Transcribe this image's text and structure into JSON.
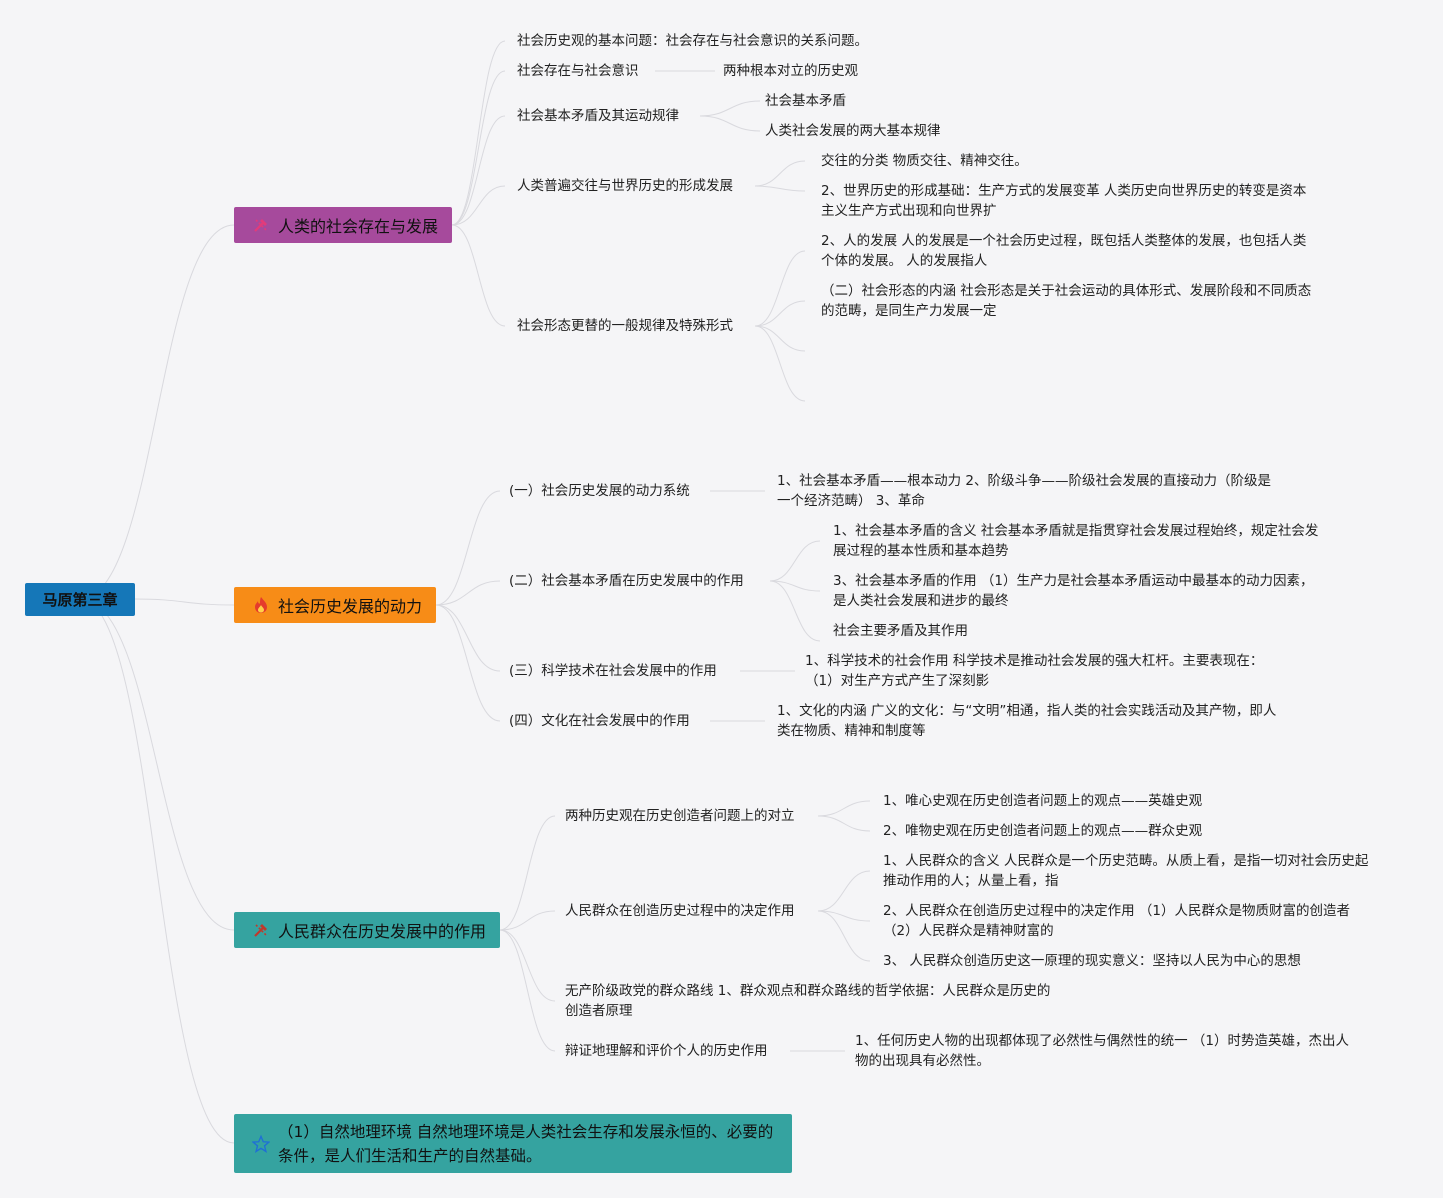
{
  "root": "马原第三章",
  "branches": [
    {
      "label": "人类的社会存在与发展",
      "color": "#a64a9c",
      "icon": "tools-icon",
      "children": [
        {
          "label": "社会历史观的基本问题：社会存在与社会意识的关系问题。"
        },
        {
          "label": "社会存在与社会意识",
          "children": [
            "两种根本对立的历史观"
          ]
        },
        {
          "label": "社会基本矛盾及其运动规律",
          "children": [
            "社会基本矛盾",
            "人类社会发展的两大基本规律"
          ]
        },
        {
          "label": "人类普遍交往与世界历史的形成发展",
          "children": [
            "交往的分类 物质交往、精神交往。",
            "2、世界历史的形成基础：生产方式的发展变革 人类历史向世界历史的转变是资本主义生产方式出现和向世界扩"
          ]
        },
        {
          "label": "社会形态更替的一般规律及特殊形式",
          "children": [
            "2、人的发展 人的发展是一个社会历史过程，既包括人类整体的发展，也包括人类个体的发展。 人的发展指人",
            "（二）社会形态的内涵 社会形态是关于社会运动的具体形式、发展阶段和不同质态的范畴，是同生产力发展一定"
          ]
        }
      ]
    },
    {
      "label": "社会历史发展的动力",
      "color": "#f78c17",
      "icon": "fire-icon",
      "children": [
        {
          "label": "(一）社会历史发展的动力系统",
          "children": [
            "1、社会基本矛盾——根本动力 2、阶级斗争——阶级社会发展的直接动力（阶级是一个经济范畴） 3、革命"
          ]
        },
        {
          "label": "(二）社会基本矛盾在历史发展中的作用",
          "children": [
            "1、社会基本矛盾的含义 社会基本矛盾就是指贯穿社会发展过程始终，规定社会发展过程的基本性质和基本趋势",
            "3、社会基本矛盾的作用 （1）生产力是社会基本矛盾运动中最基本的动力因素，是人类社会发展和进步的最终",
            "社会主要矛盾及其作用"
          ]
        },
        {
          "label": "(三）科学技术在社会发展中的作用",
          "children": [
            "1、科学技术的社会作用 科学技术是推动社会发展的强大杠杆。主要表现在：（1）对生产方式产生了深刻影"
          ]
        },
        {
          "label": "(四）文化在社会发展中的作用",
          "children": [
            "1、文化的内涵 广义的文化：与“文明”相通，指人类的社会实践活动及其产物，即人类在物质、精神和制度等"
          ]
        }
      ]
    },
    {
      "label": "人民群众在历史发展中的作用",
      "color": "#35a3a0",
      "icon": "tools-icon",
      "children": [
        {
          "label": "两种历史观在历史创造者问题上的对立",
          "children": [
            "1、唯心史观在历史创造者问题上的观点——英雄史观",
            "2、唯物史观在历史创造者问题上的观点——群众史观"
          ]
        },
        {
          "label": "人民群众在创造历史过程中的决定作用",
          "children": [
            "1、人民群众的含义 人民群众是一个历史范畴。从质上看，是指一切对社会历史起推动作用的人；从量上看，指",
            "2、人民群众在创造历史过程中的决定作用 （1）人民群众是物质财富的创造者 （2）人民群众是精神财富的",
            "3、 人民群众创造历史这一原理的现实意义：坚持以人民为中心的思想"
          ]
        },
        {
          "label": "无产阶级政党的群众路线 1、群众观点和群众路线的哲学依据：人民群众是历史的创造者原理"
        },
        {
          "label": "辩证地理解和评价个人的历史作用",
          "children": [
            "1、任何历史人物的出现都体现了必然性与偶然性的统一 （1）时势造英雄，杰出人物的出现具有必然性。"
          ]
        }
      ]
    },
    {
      "label": "（1）自然地理环境 自然地理环境是人类社会生存和发展永恒的、必要的条件，是人们生活和生产的自然基础。",
      "color": "#35a3a0",
      "icon": "star-icon"
    }
  ]
}
